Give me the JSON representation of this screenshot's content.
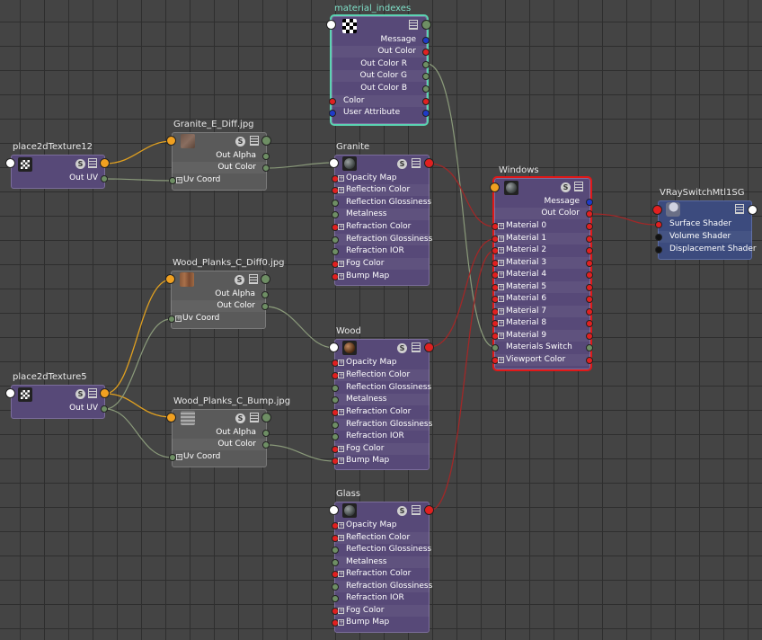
{
  "nodes": {
    "material_indexes": {
      "title": "material_indexes",
      "ports": [
        "Message",
        "Out Color",
        "Out Color R",
        "Out Color G",
        "Out Color B",
        "Color",
        "User Attribute"
      ]
    },
    "granite_diff": {
      "title": "Granite_E_Diff.jpg",
      "ports": [
        "Out Alpha",
        "Out Color",
        "Uv Coord"
      ]
    },
    "place2d12": {
      "title": "place2dTexture12",
      "ports": [
        "Out UV"
      ]
    },
    "granite": {
      "title": "Granite",
      "ports": [
        "Opacity Map",
        "Reflection Color",
        "Reflection Glossiness",
        "Metalness",
        "Refraction Color",
        "Refraction Glossiness",
        "Refraction IOR",
        "Fog Color",
        "Bump Map"
      ]
    },
    "windows": {
      "title": "Windows",
      "ports": [
        "Message",
        "Out Color",
        "Material 0",
        "Material 1",
        "Material 2",
        "Material 3",
        "Material 4",
        "Material 5",
        "Material 6",
        "Material 7",
        "Material 8",
        "Material 9",
        "Materials Switch",
        "Viewport Color"
      ]
    },
    "vrayswitch": {
      "title": "VRaySwitchMtl1SG",
      "ports": [
        "Surface Shader",
        "Volume Shader",
        "Displacement Shader"
      ]
    },
    "wood_diff": {
      "title": "Wood_Planks_C_Diff0.jpg",
      "ports": [
        "Out Alpha",
        "Out Color",
        "Uv Coord"
      ]
    },
    "place2d5": {
      "title": "place2dTexture5",
      "ports": [
        "Out UV"
      ]
    },
    "wood": {
      "title": "Wood",
      "ports": [
        "Opacity Map",
        "Reflection Color",
        "Reflection Glossiness",
        "Metalness",
        "Refraction Color",
        "Refraction Glossiness",
        "Refraction IOR",
        "Fog Color",
        "Bump Map"
      ]
    },
    "wood_bump": {
      "title": "Wood_Planks_C_Bump.jpg",
      "ports": [
        "Out Alpha",
        "Out Color",
        "Uv Coord"
      ]
    },
    "glass": {
      "title": "Glass",
      "ports": [
        "Opacity Map",
        "Reflection Color",
        "Reflection Glossiness",
        "Metalness",
        "Refraction Color",
        "Refraction Glossiness",
        "Refraction IOR",
        "Fog Color",
        "Bump Map"
      ]
    }
  },
  "icons": {
    "shader_swatch": "sphere-swatch-icon",
    "s_button": "swatch-toggle-icon",
    "menu_button": "attribute-list-icon"
  },
  "colors": {
    "background": "#444444",
    "grid": "#2e2e2e",
    "shader_node": "#574978",
    "texture_node": "#5a5a5a",
    "sg_node": "#3c4b7e",
    "selection": "#e01818",
    "highlight": "#5bd3b2",
    "wire_color": "#8a3030",
    "wire_uv": "#e0a020",
    "wire_float": "#8a9a7a"
  }
}
